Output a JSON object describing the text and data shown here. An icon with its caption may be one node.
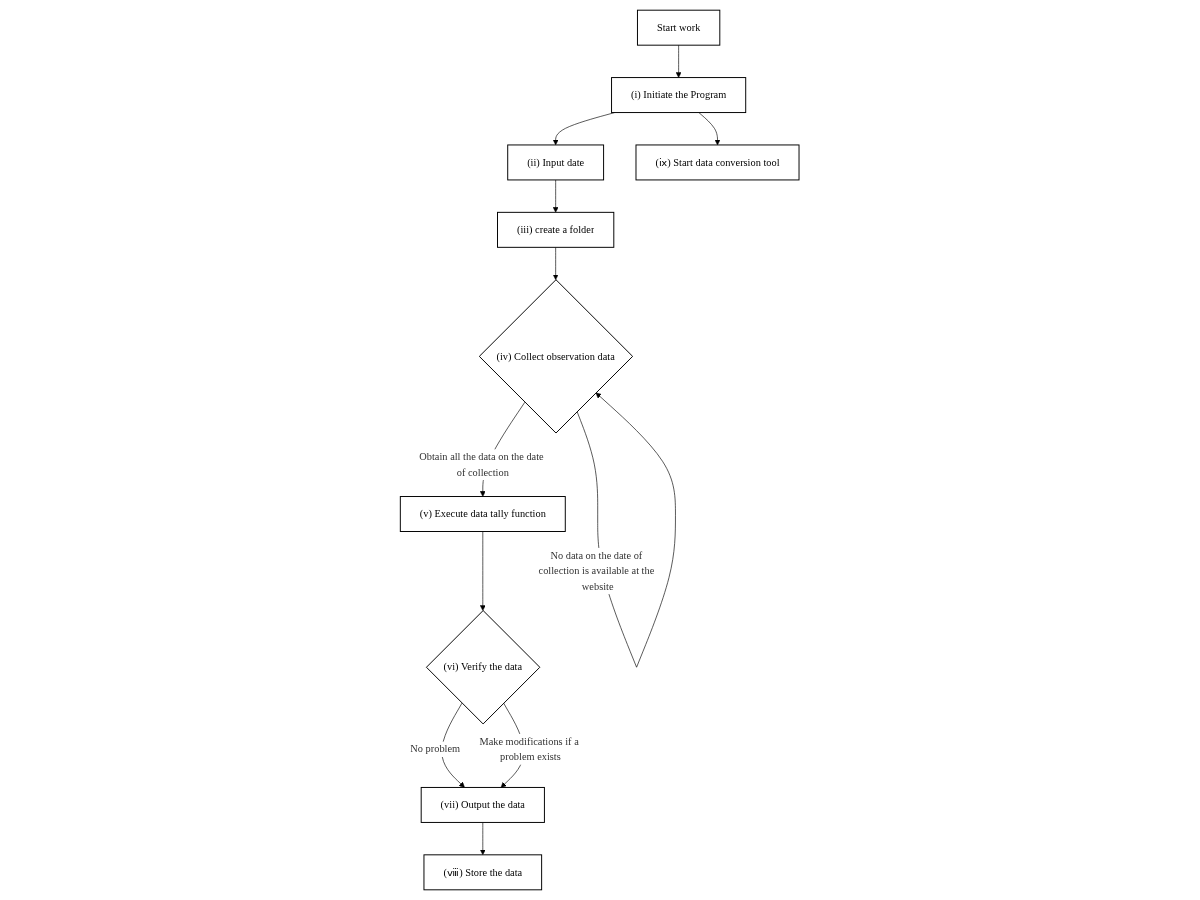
{
  "diagram": {
    "nodes": [
      {
        "text": [
          "Start work"
        ]
      },
      {
        "text": [
          "(i) Initiate the Program"
        ]
      },
      {
        "text": [
          "(ii) Input date"
        ]
      },
      {
        "text": [
          "(iii) create a folder"
        ]
      },
      {
        "text": [
          "(iv) Collect observation data"
        ]
      },
      {
        "text": [
          "(v) Execute data tally function"
        ]
      },
      {
        "text": [
          "(vi) Verify the data"
        ]
      },
      {
        "text": [
          "(vii) Output the data"
        ]
      },
      {
        "text": [
          "(ⅷ) Store the data"
        ]
      },
      {
        "text": [
          "(ⅸ) Start data conversion tool"
        ]
      }
    ],
    "edges": [
      {
        "from": 0,
        "to": 1,
        "arrow": "to"
      },
      {
        "from": 1,
        "to": 2,
        "arrow": "to"
      },
      {
        "from": 2,
        "to": 3,
        "arrow": "to"
      },
      {
        "from": 3,
        "to": 4,
        "arrow": "to"
      },
      {
        "from": 4,
        "to": 4,
        "arrow": "to",
        "label": "No data on the date of collection is available at the website"
      },
      {
        "from": 4,
        "to": 5,
        "arrow": "to",
        "label": "Obtain all the data on the date of collection"
      },
      {
        "from": 5,
        "to": 6,
        "arrow": "to"
      },
      {
        "from": 6,
        "to": 7,
        "arrow": "to",
        "label": "No problem"
      },
      {
        "from": 6,
        "to": 7,
        "arrow": "to",
        "label": "Make modifications if a problem exists"
      },
      {
        "from": 7,
        "to": 8,
        "arrow": "to"
      },
      {
        "from": 1,
        "to": 9,
        "arrow": "to"
      }
    ]
  }
}
